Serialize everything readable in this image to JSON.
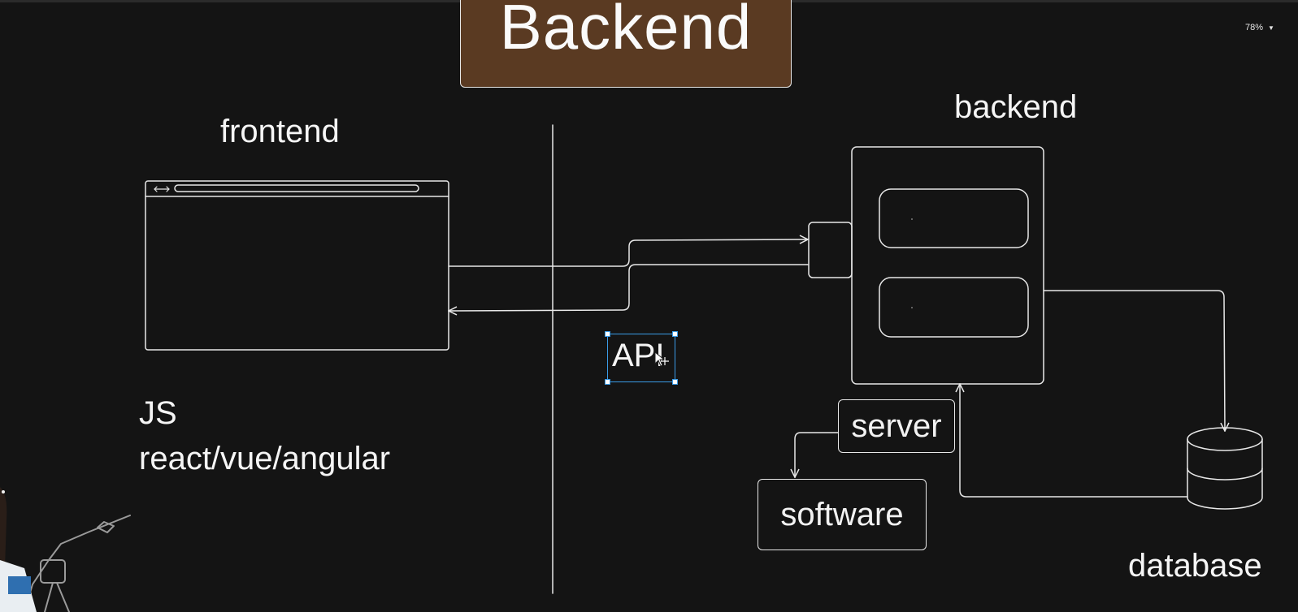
{
  "header": {
    "title": "Backend",
    "zoom": "78%"
  },
  "diagram": {
    "frontend_label": "frontend",
    "backend_label": "backend",
    "api_label": "API",
    "js_label": "JS",
    "frameworks_label": "react/vue/angular",
    "server_label": "server",
    "software_label": "software",
    "database_label": "database"
  },
  "icons": {
    "zoom_caret": "caret-down-icon",
    "browser_nav": "left-right-arrows-icon"
  },
  "colors": {
    "background": "#141414",
    "title_fill": "#5a3a22",
    "stroke": "#e8e8e8",
    "selection": "#3a9be6"
  }
}
